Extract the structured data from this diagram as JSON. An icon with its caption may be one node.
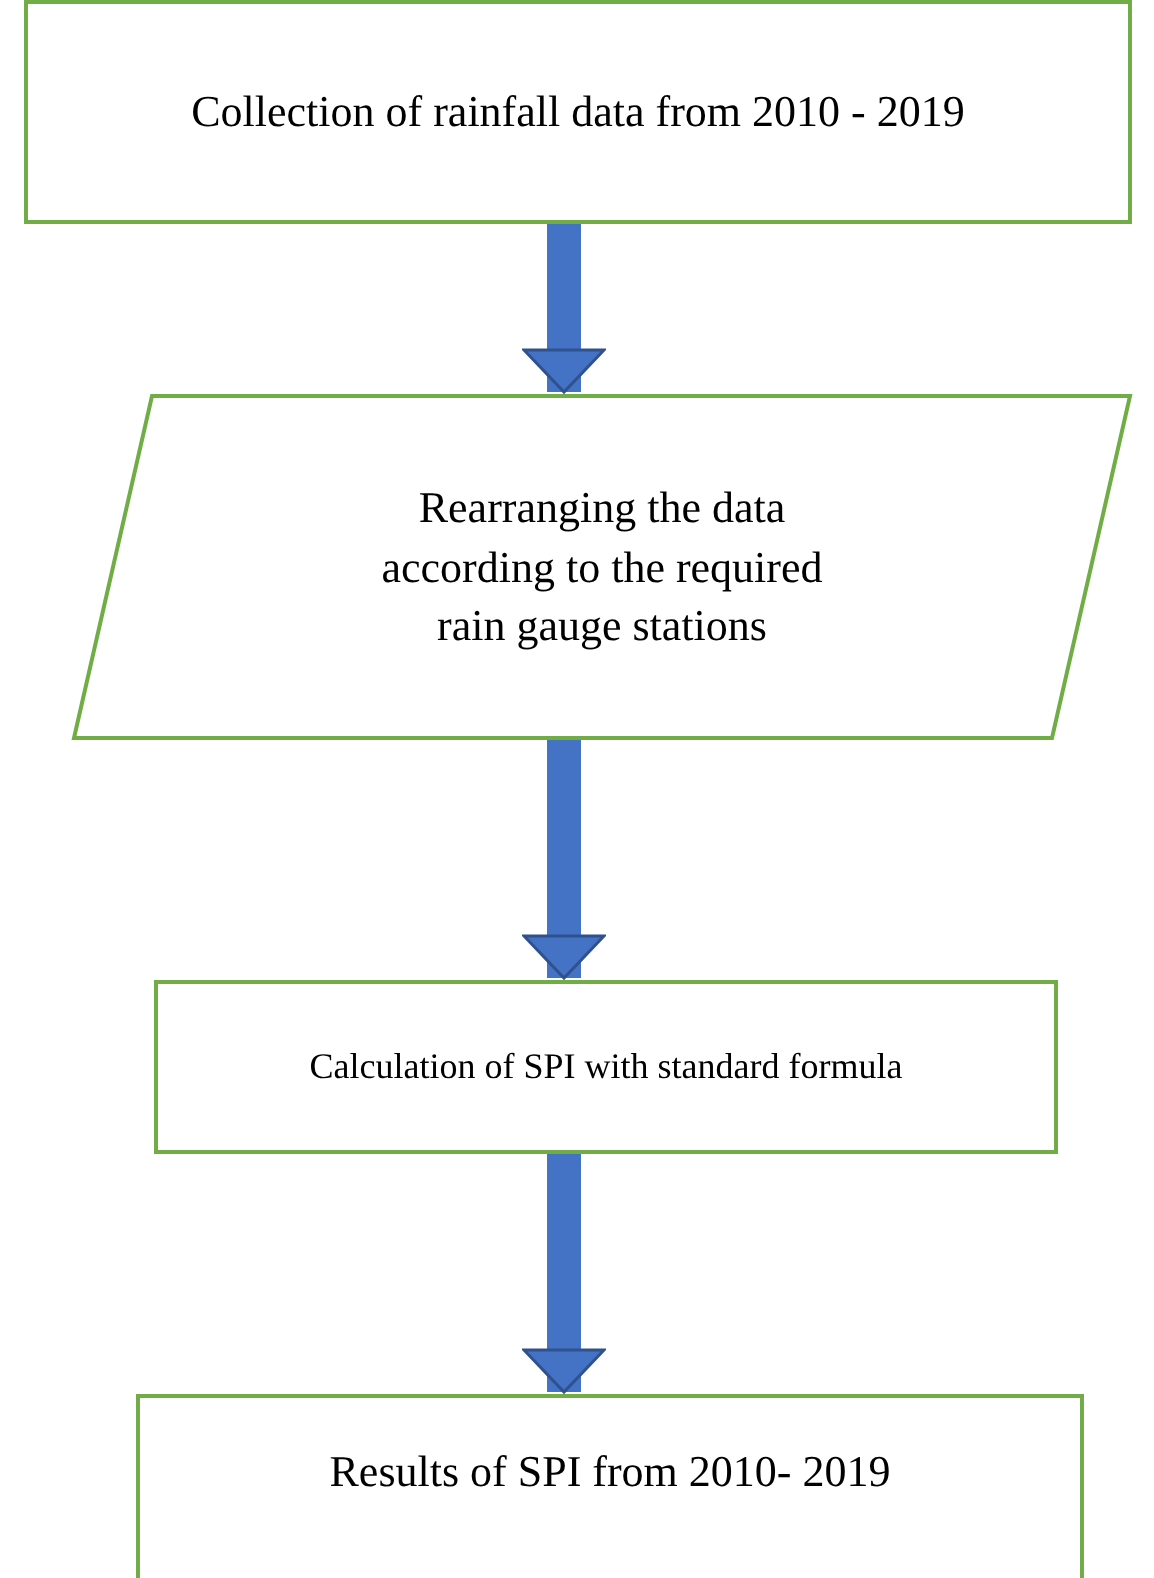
{
  "diagram": {
    "nodes": [
      {
        "text": [
          "Collection of rainfall data from 2010 - 2019"
        ]
      },
      {
        "text": [
          "Rearranging the data according to the required rain gauge stations"
        ]
      },
      {
        "text": [
          "Calculation of SPI with standard formula"
        ]
      },
      {
        "text": [
          "Results of SPI from 2010- 2019"
        ]
      }
    ],
    "edges": [
      {
        "from": 0,
        "to": 1,
        "arrow": "to"
      },
      {
        "from": 1,
        "to": 2,
        "arrow": "to"
      },
      {
        "from": 2,
        "to": 3,
        "arrow": "to"
      }
    ]
  }
}
